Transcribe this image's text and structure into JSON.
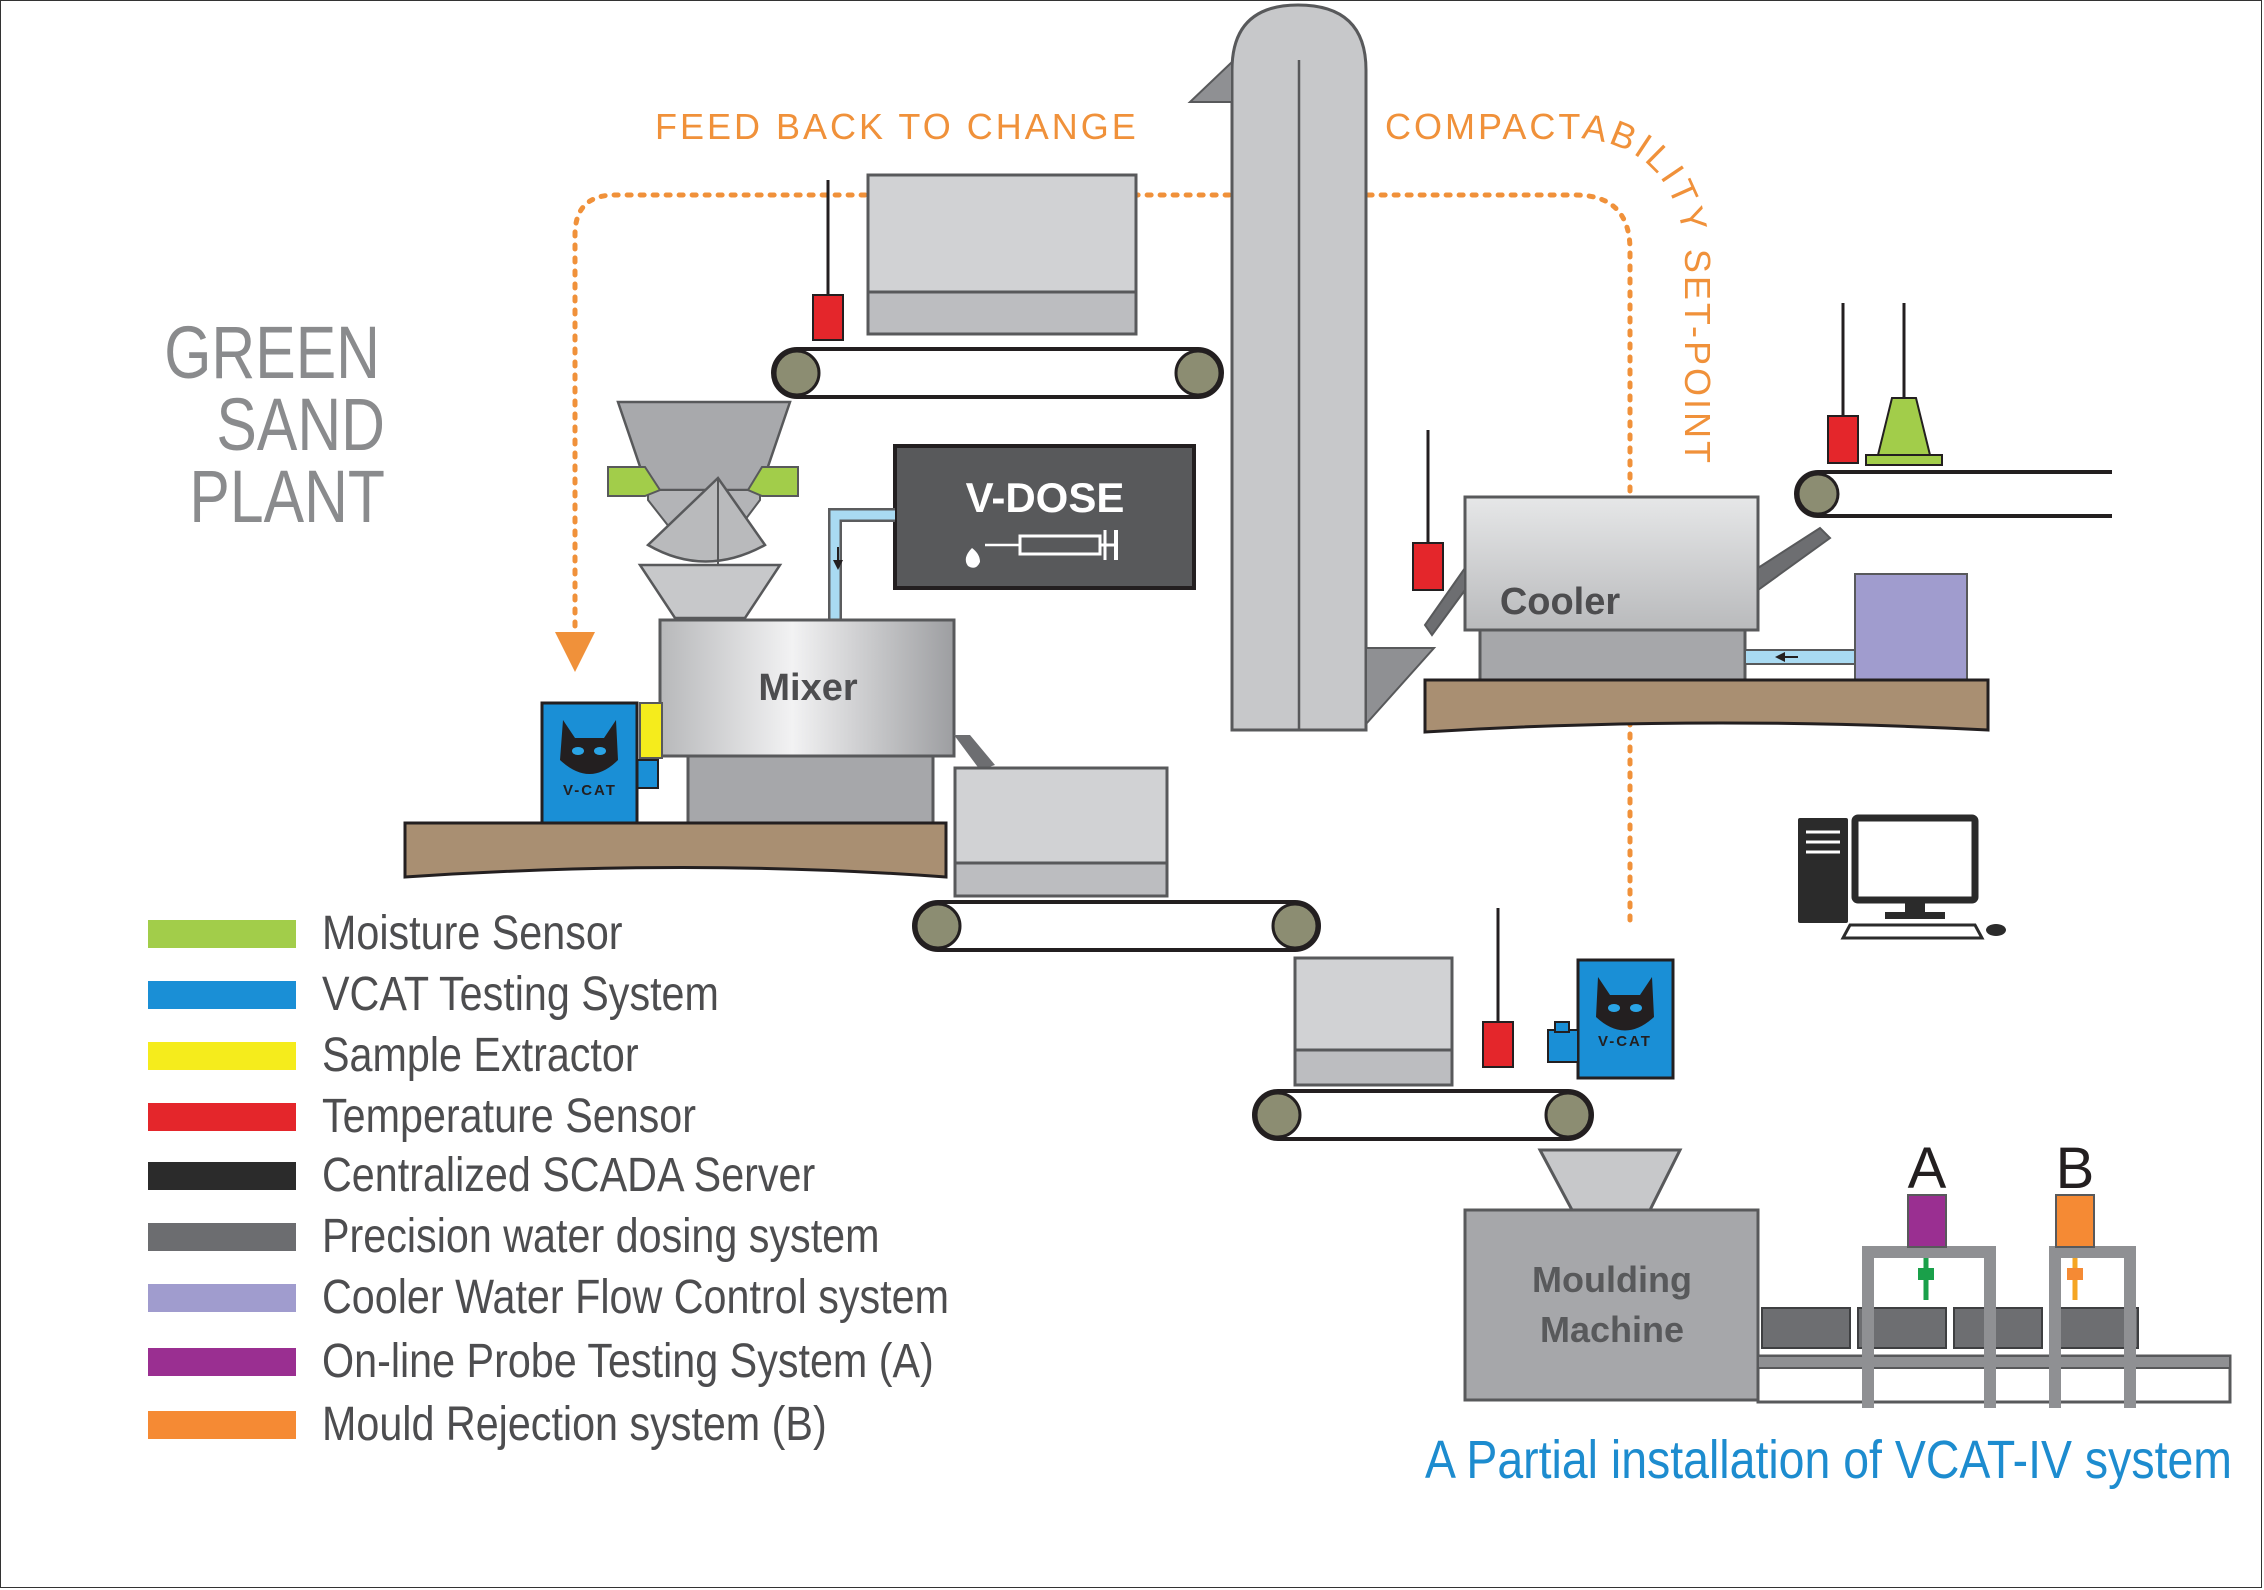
{
  "title_lines": [
    "GREEN",
    "SAND",
    "PLANT"
  ],
  "feedback_left": "FEED BACK TO CHANGE",
  "feedback_right": "COMPACTABILITY SET-POINT",
  "labels": {
    "vdose": "V-DOSE",
    "mixer": "Mixer",
    "cooler": "Cooler",
    "vcat": "V-CAT",
    "moulding_line1": "Moulding",
    "moulding_line2": "Machine",
    "probe_a": "A",
    "probe_b": "B"
  },
  "caption": "A Partial installation of VCAT-IV system",
  "legend": [
    {
      "label": "Moisture Sensor",
      "color": "#a2cd4a"
    },
    {
      "label": "VCAT Testing System",
      "color": "#1a8fd6"
    },
    {
      "label": "Sample Extractor",
      "color": "#f5ec1c"
    },
    {
      "label": "Temperature Sensor",
      "color": "#e4262b"
    },
    {
      "label": "Centralized SCADA Server",
      "color": "#2b2b2b"
    },
    {
      "label": "Precision water dosing system",
      "color": "#6c6d70"
    },
    {
      "label": "Cooler Water Flow Control system",
      "color": "#a09cce"
    },
    {
      "label": "On-line Probe Testing System (A)",
      "color": "#9a2f91"
    },
    {
      "label": "Mould Rejection system (B)",
      "color": "#f58a34"
    }
  ],
  "colors": {
    "feedback": "#f0913a",
    "caption": "#1d8ccf",
    "title": "#8a8b8d",
    "floor": "#a98f72",
    "machine_gray": "#c7c8ca"
  }
}
